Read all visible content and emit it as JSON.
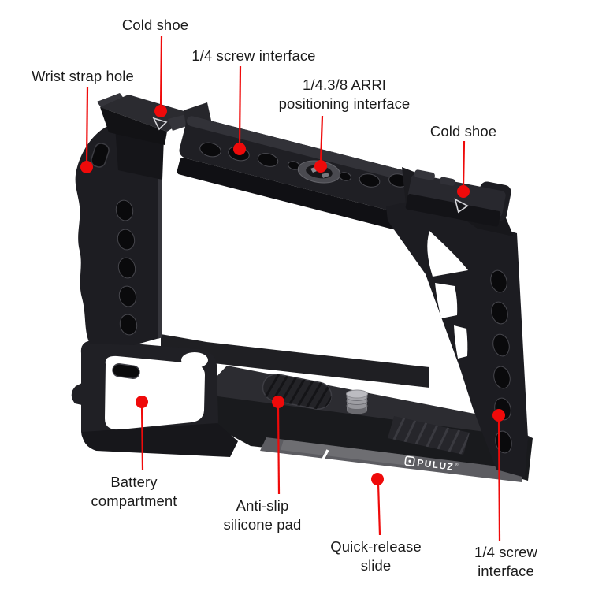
{
  "figure": {
    "brand_logo": "PULUZ",
    "brand_logo_mark": "®"
  },
  "colors": {
    "background": "#ffffff",
    "annotation_red": "#ef0a0a",
    "label_text": "#1b1b1b",
    "cage_black": "#1d1d21",
    "slide_band_gray": "#5c5c61"
  },
  "callouts": [
    {
      "id": "cold-shoe-top",
      "lines": [
        "Cold shoe"
      ]
    },
    {
      "id": "quarter-screw-top",
      "lines": [
        "1/4 screw interface"
      ]
    },
    {
      "id": "arri-positioning",
      "lines": [
        "1/4.3/8 ARRI",
        "positioning interface"
      ]
    },
    {
      "id": "wrist-strap-hole",
      "lines": [
        "Wrist strap hole"
      ]
    },
    {
      "id": "cold-shoe-right",
      "lines": [
        "Cold shoe"
      ]
    },
    {
      "id": "battery-compartment",
      "lines": [
        "Battery",
        "compartment"
      ]
    },
    {
      "id": "anti-slip-pad",
      "lines": [
        "Anti-slip",
        "silicone pad"
      ]
    },
    {
      "id": "quick-release-slide",
      "lines": [
        "Quick-release",
        "slide"
      ]
    },
    {
      "id": "quarter-screw-bottom",
      "lines": [
        "1/4 screw",
        "interface"
      ]
    }
  ]
}
